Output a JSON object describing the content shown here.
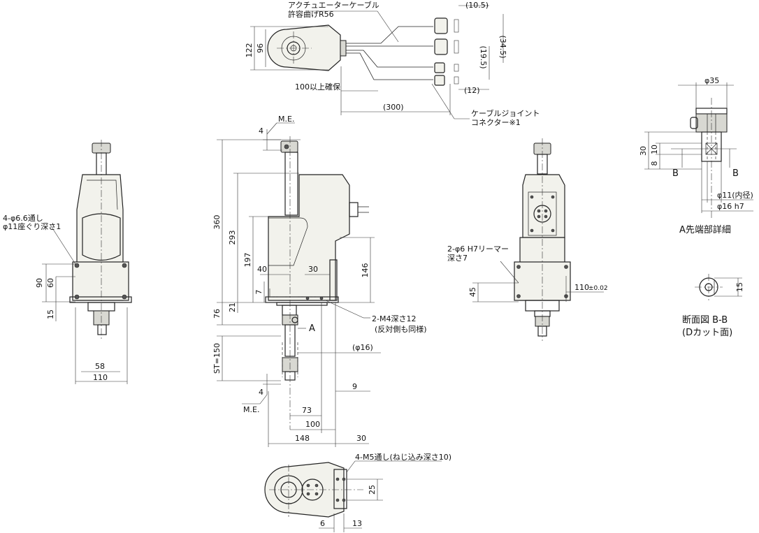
{
  "top_view": {
    "cable_note": [
      "アクチュエーターケーブル",
      "許容曲げR56"
    ],
    "dim_height_outer": "122",
    "dim_height_inner": "96",
    "dim_10_5": "(10.5)",
    "dim_34_5": "(34.5)",
    "dim_19_5": "(19.5)",
    "dim_12": "(12)",
    "clearance": "100以上確保",
    "dim_300": "(300)",
    "joint_note": [
      "ケーブルジョイント",
      "コネクター※1"
    ]
  },
  "left_view": {
    "hole_note": [
      "4-φ6.6通し",
      "φ11座ぐり深さ1"
    ],
    "dim_90": "90",
    "dim_60": "60",
    "dim_15": "15",
    "dim_58": "58",
    "dim_110": "110"
  },
  "front_view": {
    "me_top": "M.E.",
    "dim_4_top": "4",
    "dim_360": "360",
    "dim_293": "293",
    "dim_197": "197",
    "dim_40": "40",
    "dim_30": "30",
    "dim_146": "146",
    "dim_7": "7",
    "dim_21": "21",
    "dim_76": "76",
    "detail_a": "A",
    "tap_note": [
      "2-M4深さ12",
      "(反対側も同様)"
    ],
    "dim_phi16": "(φ16)",
    "dim_st": "ST=150",
    "dim_9": "9",
    "dim_4_bottom": "4",
    "me_bottom": "M.E.",
    "dim_73": "73",
    "dim_100": "100",
    "dim_148": "148",
    "dim_30_bottom": "30"
  },
  "right_view": {
    "pin_note": [
      "2-φ6 H7リーマー",
      "深さ7"
    ],
    "dim_45": "45",
    "dim_110": "110",
    "tol_110": "±0.02"
  },
  "bottom_view": {
    "thread_note": "4-M5通し(ねじ込み深さ10)",
    "dim_25": "25",
    "dim_6": "6",
    "dim_13": "13"
  },
  "detail": {
    "dim_phi35": "φ35",
    "dim_30": "30",
    "dim_10": "10",
    "dim_8": "8",
    "section_mark_left": "B",
    "section_mark_right": "B",
    "dim_phi11": "φ11(内径)",
    "dim_phi16h7": "φ16 h7",
    "title": "A先端部詳細",
    "section_dim_15": "15",
    "section_title": "断面図 B-B",
    "section_subtitle": "(Dカット面)"
  }
}
